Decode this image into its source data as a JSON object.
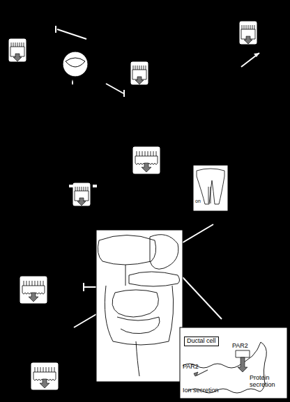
{
  "diagram": {
    "nodes": [
      {
        "text": [
          "Ductal cell"
        ]
      }
    ],
    "labels": [
      "on",
      "PAR2",
      "PAR2",
      "Ion secretion",
      "Protein secretion"
    ]
  }
}
